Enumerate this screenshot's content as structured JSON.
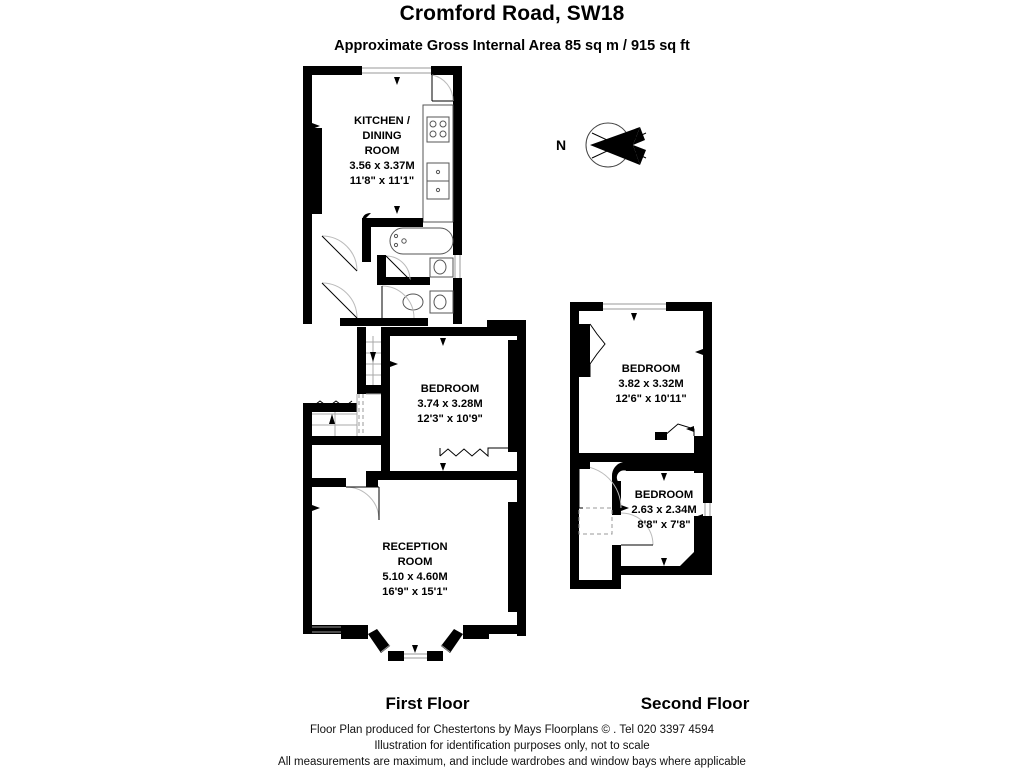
{
  "header": {
    "title": "Cromford Road, SW18",
    "subtitle": "Approximate Gross Internal Area 85 sq m  /  915 sq ft"
  },
  "floors": [
    {
      "id": "first",
      "label": "First Floor"
    },
    {
      "id": "second",
      "label": "Second Floor"
    }
  ],
  "compass": {
    "label": "N"
  },
  "rooms": {
    "kitchen": {
      "name_line1": "KITCHEN /",
      "name_line2": "DINING",
      "name_line3": "ROOM",
      "metric": "3.56 x 3.37M",
      "imperial": "11'8\" x 11'1\""
    },
    "bedroom_first": {
      "name": "BEDROOM",
      "metric": "3.74 x 3.28M",
      "imperial": "12'3\" x 10'9\""
    },
    "reception": {
      "name_line1": "RECEPTION",
      "name_line2": "ROOM",
      "metric": "5.10 x 4.60M",
      "imperial": "16'9\" x 15'1\""
    },
    "bedroom_second_main": {
      "name": "BEDROOM",
      "metric": "3.82 x 3.32M",
      "imperial": "12'6\" x 10'11\""
    },
    "bedroom_second_small": {
      "name": "BEDROOM",
      "metric": "2.63 x 2.34M",
      "imperial": "8'8\" x 7'8\""
    }
  },
  "footer": {
    "line1": "Floor Plan produced for Chestertons by Mays Floorplans  © . Tel 020 3397 4594",
    "line2": "Illustration for identification purposes only, not to scale",
    "line3": "All measurements are maximum, and include wardrobes and window bays where applicable"
  },
  "colors": {
    "wall": "#000000",
    "background": "#ffffff",
    "fixture_stroke": "#555555",
    "swing_stroke": "#bbbbbb"
  }
}
